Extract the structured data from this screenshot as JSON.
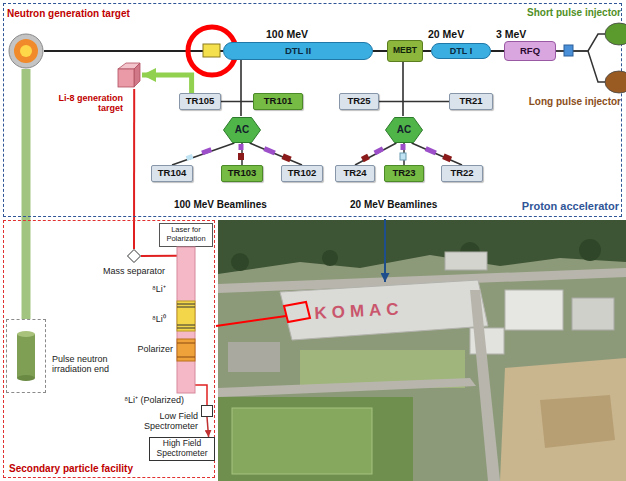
{
  "diagram": {
    "nodes": [
      {
        "text": [
          "Proton accelerator"
        ]
      },
      {
        "text": [
          "Neutron generation target"
        ],
        "in": 0
      },
      {
        "text": [
          "DTL II"
        ],
        "in": 0
      },
      {
        "text": [
          "MEBT"
        ],
        "in": 0
      },
      {
        "text": [
          "DTL I"
        ],
        "in": 0
      },
      {
        "text": [
          "RFQ"
        ],
        "in": 0
      },
      {
        "text": [
          "Short pulse injector"
        ],
        "in": 0
      },
      {
        "text": [
          "Long pulse injector"
        ],
        "in": 0
      },
      {
        "text": [
          "Li-8 generation target"
        ],
        "in": 0
      },
      {
        "text": [
          "TR105"
        ],
        "in": 0
      },
      {
        "text": [
          "TR101"
        ],
        "in": 0
      },
      {
        "text": [
          "TR25"
        ],
        "in": 0
      },
      {
        "text": [
          "TR21"
        ],
        "in": 0
      },
      {
        "text": [
          "AC"
        ],
        "in": 0
      },
      {
        "text": [
          "AC"
        ],
        "in": 0
      },
      {
        "text": [
          "TR104"
        ],
        "in": 0
      },
      {
        "text": [
          "TR103"
        ],
        "in": 0
      },
      {
        "text": [
          "TR102"
        ],
        "in": 0
      },
      {
        "text": [
          "TR24"
        ],
        "in": 0
      },
      {
        "text": [
          "TR23"
        ],
        "in": 0
      },
      {
        "text": [
          "TR22"
        ],
        "in": 0
      },
      {
        "text": [
          "Secondary particle facility"
        ]
      },
      {
        "text": [
          "Mass separator"
        ],
        "in": 21
      },
      {
        "text": [
          "Laser for Polarization"
        ],
        "in": 21
      },
      {
        "text": [
          "Polarizer"
        ],
        "in": 21
      },
      {
        "text": [
          "Pulse neutron irradiation end"
        ],
        "in": 21
      },
      {
        "text": [
          "Low Field Spectrometer"
        ],
        "in": 21
      },
      {
        "text": [
          "High Field Spectrometer"
        ],
        "in": 21
      }
    ],
    "edges": [
      {
        "from": 1,
        "to": 2,
        "arrow": "none"
      },
      {
        "from": 2,
        "to": 3,
        "arrow": "none"
      },
      {
        "from": 3,
        "to": 4,
        "arrow": "none"
      },
      {
        "from": 4,
        "to": 5,
        "arrow": "none"
      },
      {
        "from": 5,
        "to": 6,
        "arrow": "none"
      },
      {
        "from": 5,
        "to": 7,
        "arrow": "none"
      },
      {
        "from": 9,
        "to": 10,
        "arrow": "none"
      },
      {
        "from": 11,
        "to": 12,
        "arrow": "none"
      },
      {
        "from": 13,
        "to": 15,
        "arrow": "none"
      },
      {
        "from": 13,
        "to": 16,
        "arrow": "none"
      },
      {
        "from": 13,
        "to": 17,
        "arrow": "none"
      },
      {
        "from": 14,
        "to": 18,
        "arrow": "none"
      },
      {
        "from": 14,
        "to": 19,
        "arrow": "none"
      },
      {
        "from": 14,
        "to": 20,
        "arrow": "none"
      },
      {
        "from": 9,
        "to": 8,
        "arrow": "to"
      },
      {
        "from": 8,
        "to": 22,
        "arrow": "none"
      },
      {
        "from": 22,
        "to": 24,
        "arrow": "none"
      },
      {
        "from": 24,
        "to": 26,
        "arrow": "none"
      },
      {
        "from": 26,
        "to": 27,
        "arrow": "to"
      },
      {
        "from": 1,
        "to": 25,
        "arrow": "none"
      }
    ],
    "labels": [
      "100 MeV",
      "20 MeV",
      "3 MeV",
      "100 MeV Beamlines",
      "20 MeV Beamlines",
      "⁸Li⁺",
      "⁸Li⁰",
      "⁸Li⁺ (Polarized)",
      "KOMAC"
    ]
  }
}
